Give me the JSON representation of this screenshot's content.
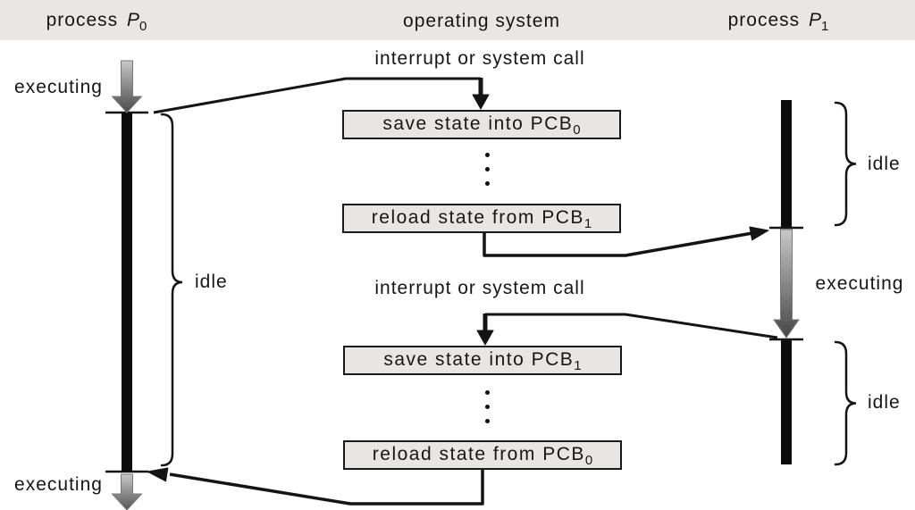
{
  "header": {
    "left": {
      "text": "process ",
      "var": "P",
      "sub": "0"
    },
    "center": "operating system",
    "right": {
      "text": "process ",
      "var": "P",
      "sub": "1"
    }
  },
  "os": {
    "interrupt_top": "interrupt or system call",
    "interrupt_bottom": "interrupt or system call",
    "boxes": [
      {
        "text": "save state into PCB",
        "sub": "0"
      },
      {
        "text": "reload state from PCB",
        "sub": "1"
      },
      {
        "text": "save state into PCB",
        "sub": "1"
      },
      {
        "text": "reload state from PCB",
        "sub": "0"
      }
    ]
  },
  "p0": {
    "executing_top": "executing",
    "idle": "idle",
    "executing_bottom": "executing"
  },
  "p1": {
    "idle_top": "idle",
    "executing": "executing",
    "idle_bottom": "idle"
  },
  "colors": {
    "header_band": "#e8e7e6",
    "box_fill": "#e8e6e4",
    "line": "#141414",
    "timeline_bar": "#0b0b0b",
    "gradient_light": "#c8c8c8",
    "gradient_dark": "#474747"
  }
}
